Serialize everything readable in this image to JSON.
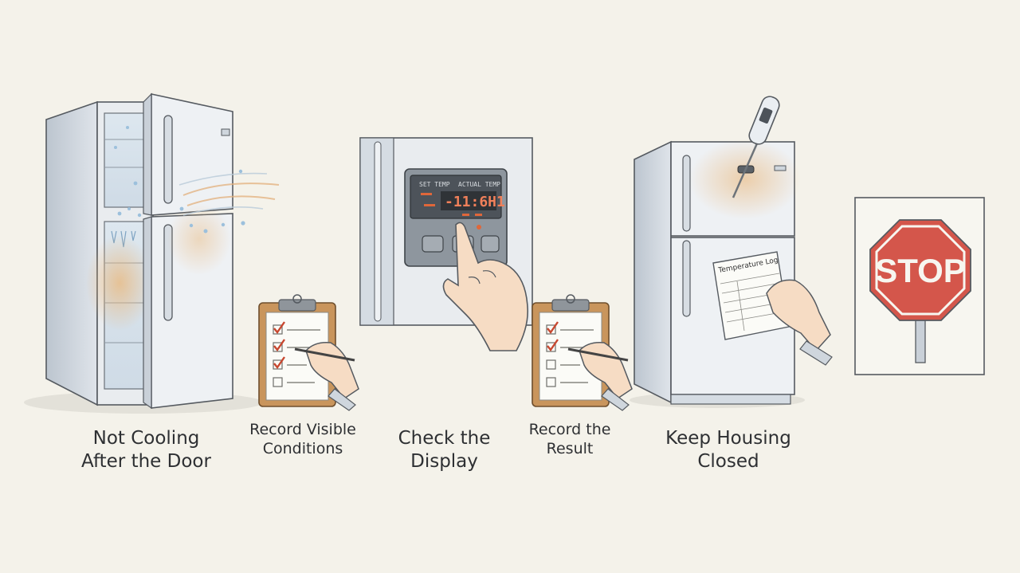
{
  "steps": [
    {
      "id": "not-cooling",
      "line1": "Not Cooling",
      "line2": "After the Door"
    },
    {
      "id": "record-visible",
      "line1": "Record Visible",
      "line2": "Conditions"
    },
    {
      "id": "check-display",
      "line1": "Check the",
      "line2": "Display"
    },
    {
      "id": "record-result",
      "line1": "Record the",
      "line2": "Result"
    },
    {
      "id": "keep-closed",
      "line1": "Keep Housing",
      "line2": "Closed"
    }
  ],
  "display_panel": {
    "set_temp_label": "SET TEMP",
    "actual_temp_label": "ACTUAL TEMP",
    "readout": "-11:6H1"
  },
  "log_sheet": {
    "title": "Temperature Log"
  },
  "stop_sign": {
    "text": "STOP"
  },
  "colors": {
    "background": "#f4f2ea",
    "outline": "#555a60",
    "appliance": "#e9ecef",
    "appliance_shade": "#c9d0d8",
    "warm_stain": "#eab77a",
    "check_red": "#c8472f",
    "clipboard": "#c9955c",
    "stop_red": "#d4564b",
    "frost": "#9cc0dc"
  }
}
